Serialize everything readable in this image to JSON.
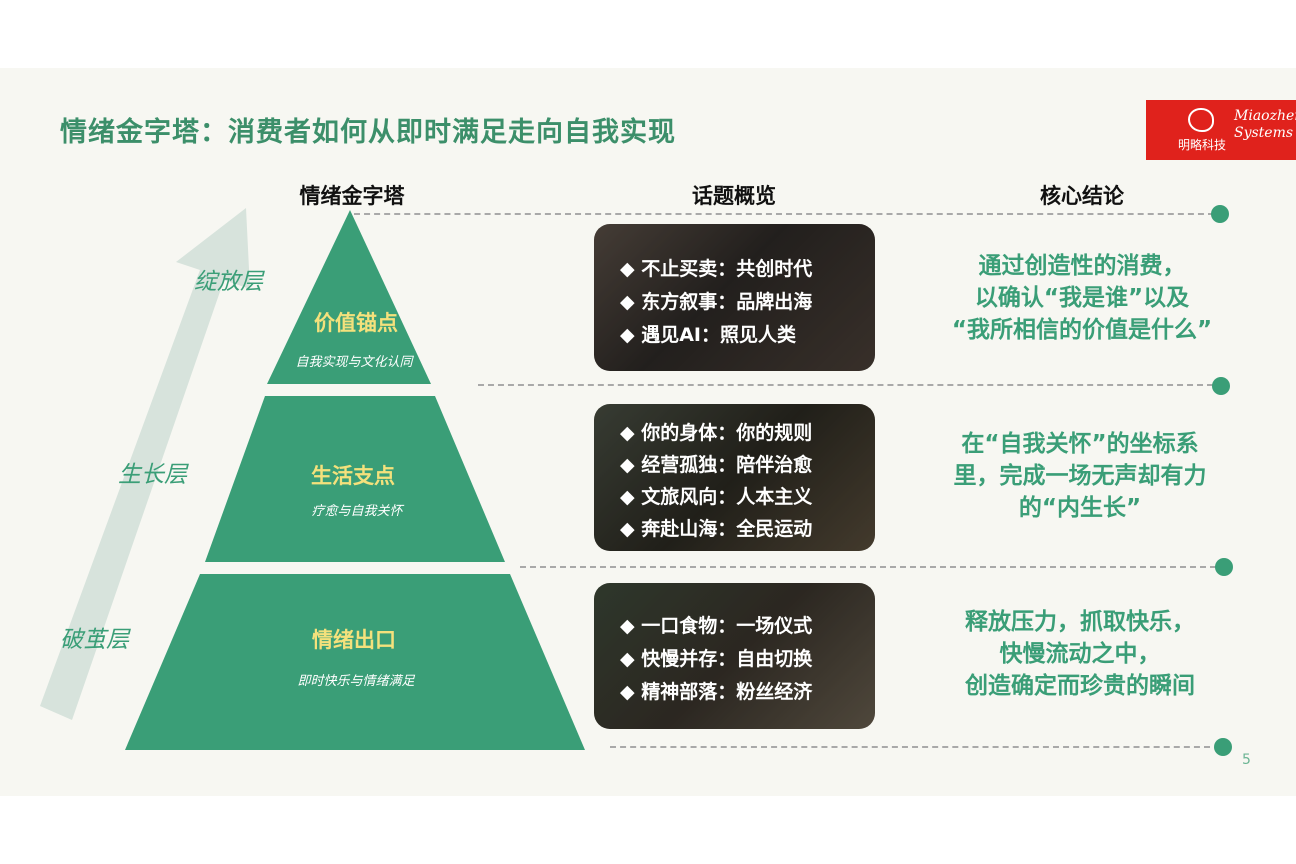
{
  "title": "情绪金字塔：消费者如何从即时满足走向自我实现",
  "logo": {
    "cn": "明略科技",
    "en_line1": "Miaozhen",
    "en_line2": "Systems"
  },
  "columns": {
    "pyramid": "情绪金字塔",
    "topics": "话题概览",
    "conclusion": "核心结论"
  },
  "layers": {
    "top": "绽放层",
    "middle": "生长层",
    "bottom": "破茧层"
  },
  "tiers": {
    "top": {
      "title": "价值锚点",
      "sub": "自我实现与文化认同"
    },
    "middle": {
      "title": "生活支点",
      "sub": "疗愈与自我关怀"
    },
    "bottom": {
      "title": "情绪出口",
      "sub": "即时快乐与情绪满足"
    }
  },
  "topics": {
    "top": [
      "◆  不止买卖：共创时代",
      "◆  东方叙事：品牌出海",
      "◆  遇见AI：照见人类"
    ],
    "middle": [
      "◆  你的身体：你的规则",
      "◆  经营孤独：陪伴治愈",
      "◆  文旅风向：人本主义",
      "◆  奔赴山海：全民运动"
    ],
    "bottom": [
      "◆  一口食物：一场仪式",
      "◆  快慢并存：自由切换",
      "◆  精神部落：粉丝经济"
    ]
  },
  "conclusions": {
    "top": [
      "通过创造性的消费，",
      "以确认“我是谁”以及",
      "“我所相信的价值是什么”"
    ],
    "middle": [
      "在“自我关怀”的坐标系",
      "里，完成一场无声却有力",
      "的“内生长”"
    ],
    "bottom": [
      "释放压力，抓取快乐，",
      "快慢流动之中，",
      "创造确定而珍贵的瞬间"
    ]
  },
  "page_number": "5",
  "colors": {
    "green": "#3a9e77",
    "title_green": "#3c8f6a",
    "tier_title": "#f4e17c",
    "logo_red": "#e0221c"
  }
}
